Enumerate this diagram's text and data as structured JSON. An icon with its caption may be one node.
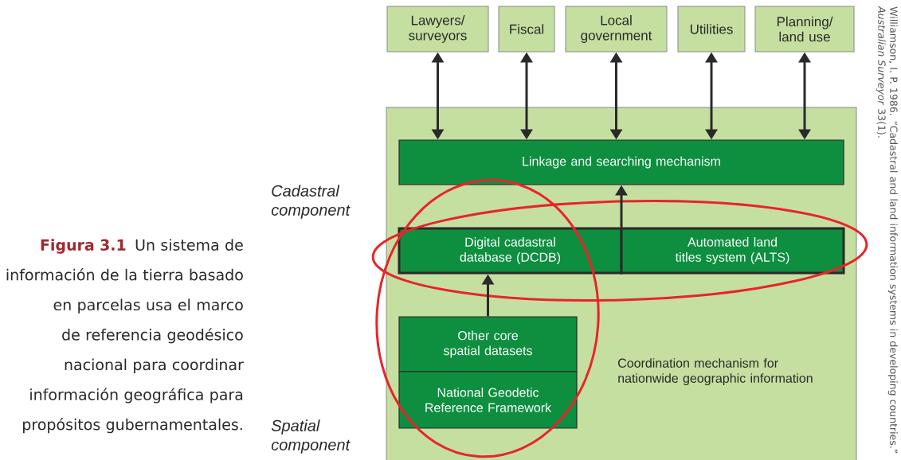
{
  "diagram": {
    "caption": "**Figura 3.1** Un sistema de información de la tierra basado en parcelas usa el marco de referencia geodésico nacional para coordinar información geográfica para propósitos gubernamentales.",
    "nodes": [
      {
        "text": [
          "Lawyers/ surveyors"
        ]
      },
      {
        "text": [
          "Fiscal"
        ]
      },
      {
        "text": [
          "Local government"
        ]
      },
      {
        "text": [
          "Utilities"
        ]
      },
      {
        "text": [
          "Planning/ land use"
        ]
      },
      {
        "text": [
          "Coordination mechanism for nationwide geographic information"
        ]
      },
      {
        "text": [
          "Linkage and searching mechanism"
        ],
        "in": 5
      },
      {
        "text": [
          "Digital cadastral database (DCDB)"
        ],
        "in": 5
      },
      {
        "text": [
          "Automated land titles system (ALTS)"
        ],
        "in": 5
      },
      {
        "text": [
          "Other core spatial datasets"
        ],
        "in": 5
      },
      {
        "text": [
          "National Geodetic Reference Framework"
        ],
        "in": 5
      }
    ],
    "edges": [
      {
        "from": 0,
        "to": 6,
        "arrow": "both"
      },
      {
        "from": 1,
        "to": 6,
        "arrow": "both"
      },
      {
        "from": 2,
        "to": 6,
        "arrow": "both"
      },
      {
        "from": 3,
        "to": 6,
        "arrow": "both"
      },
      {
        "from": 4,
        "to": 6,
        "arrow": "both"
      },
      {
        "from": 7,
        "to": 6,
        "arrow": "to"
      },
      {
        "from": 8,
        "to": 6,
        "arrow": "to"
      },
      {
        "from": 9,
        "to": 7,
        "arrow": "to"
      }
    ],
    "labels": [
      "Cadastral component",
      "Spatial component",
      "Williamson, I. P. 1986. “Cadastral and land information systems in developing countries.” *Australian Surveyor* 33(1)."
    ]
  }
}
